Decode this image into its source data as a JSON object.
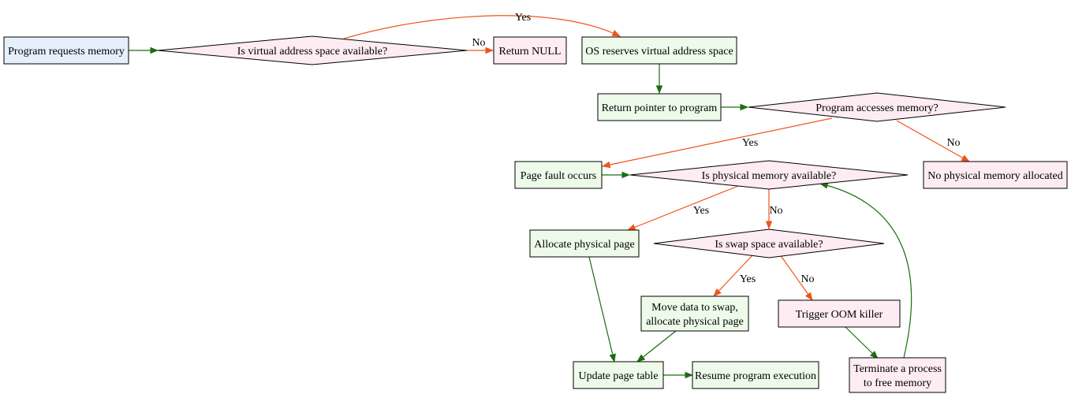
{
  "colors": {
    "start_fill": "#e6f0fb",
    "process_fill": "#eefbea",
    "decision_fill": "#fdecf1",
    "fail_fill": "#fdecf1",
    "flow_edge": "#1a6e0f",
    "decision_edge": "#f0541a",
    "outline": "#000000"
  },
  "nodes": {
    "start": {
      "lines": [
        "Program requests memory"
      ]
    },
    "vas_check": {
      "lines": [
        "Is virtual address space available?"
      ]
    },
    "return_null": {
      "lines": [
        "Return NULL"
      ]
    },
    "os_reserve": {
      "lines": [
        "OS reserves virtual address space"
      ]
    },
    "return_pointer": {
      "lines": [
        "Return pointer to program"
      ]
    },
    "access_check": {
      "lines": [
        "Program accesses memory?"
      ]
    },
    "page_fault": {
      "lines": [
        "Page fault occurs"
      ]
    },
    "no_physical": {
      "lines": [
        "No physical memory allocated"
      ]
    },
    "phys_check": {
      "lines": [
        "Is physical memory available?"
      ]
    },
    "allocate_page": {
      "lines": [
        "Allocate physical page"
      ]
    },
    "swap_check": {
      "lines": [
        "Is swap space available?"
      ]
    },
    "move_swap": {
      "lines": [
        "Move data to swap,",
        "allocate physical page"
      ]
    },
    "oom": {
      "lines": [
        "Trigger OOM killer"
      ]
    },
    "update_table": {
      "lines": [
        "Update page table"
      ]
    },
    "resume": {
      "lines": [
        "Resume program execution"
      ]
    },
    "terminate": {
      "lines": [
        "Terminate a process",
        "to free memory"
      ]
    }
  },
  "edges": [
    {
      "from": "start",
      "to": "vas_check",
      "label": "",
      "kind": "flow"
    },
    {
      "from": "vas_check",
      "to": "os_reserve",
      "label": "Yes",
      "kind": "decision"
    },
    {
      "from": "vas_check",
      "to": "return_null",
      "label": "No",
      "kind": "decision"
    },
    {
      "from": "os_reserve",
      "to": "return_pointer",
      "label": "",
      "kind": "flow"
    },
    {
      "from": "return_pointer",
      "to": "access_check",
      "label": "",
      "kind": "flow"
    },
    {
      "from": "access_check",
      "to": "page_fault",
      "label": "Yes",
      "kind": "decision"
    },
    {
      "from": "access_check",
      "to": "no_physical",
      "label": "No",
      "kind": "decision"
    },
    {
      "from": "page_fault",
      "to": "phys_check",
      "label": "",
      "kind": "flow"
    },
    {
      "from": "phys_check",
      "to": "allocate_page",
      "label": "Yes",
      "kind": "decision"
    },
    {
      "from": "phys_check",
      "to": "swap_check",
      "label": "No",
      "kind": "decision"
    },
    {
      "from": "swap_check",
      "to": "move_swap",
      "label": "Yes",
      "kind": "decision"
    },
    {
      "from": "swap_check",
      "to": "oom",
      "label": "No",
      "kind": "decision"
    },
    {
      "from": "allocate_page",
      "to": "update_table",
      "label": "",
      "kind": "flow"
    },
    {
      "from": "move_swap",
      "to": "update_table",
      "label": "",
      "kind": "flow"
    },
    {
      "from": "update_table",
      "to": "resume",
      "label": "",
      "kind": "flow"
    },
    {
      "from": "oom",
      "to": "terminate",
      "label": "",
      "kind": "flow"
    },
    {
      "from": "terminate",
      "to": "phys_check",
      "label": "",
      "kind": "flow"
    }
  ]
}
